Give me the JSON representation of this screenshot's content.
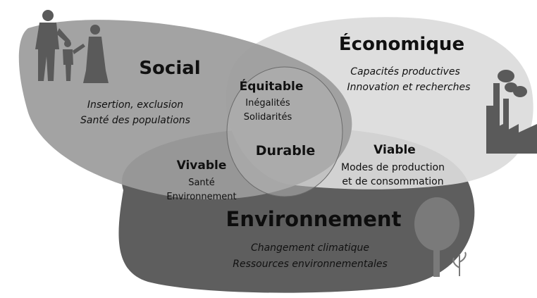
{
  "social": {
    "title": "Social",
    "line1": "Insertion, exclusion",
    "line2": "Santé des populations"
  },
  "economique": {
    "title": "Économique",
    "line1": "Capacités productives",
    "line2": "Innovation et recherches"
  },
  "environnement": {
    "title": "Environnement",
    "line1": "Changement climatique",
    "line2": "Ressources environnementales"
  },
  "equitable": {
    "title": "Équitable",
    "line1": "Inégalités",
    "line2": "Solidarités"
  },
  "durable": {
    "title": "Durable"
  },
  "viable": {
    "title": "Viable",
    "line1": "Modes de production",
    "line2": "et de consommation"
  },
  "vivable": {
    "title": "Vivable",
    "line1": "Santé",
    "line2": "Environnement"
  },
  "colors": {
    "social": "#9c9c9c",
    "economique": "#dcdcdc",
    "environnement": "#5e5e5e",
    "equitable": "#b4b4b4",
    "icons": "#5a5a5a"
  },
  "icons": [
    "family-icon",
    "factory-icon",
    "tree-icon",
    "sprout-icon"
  ]
}
